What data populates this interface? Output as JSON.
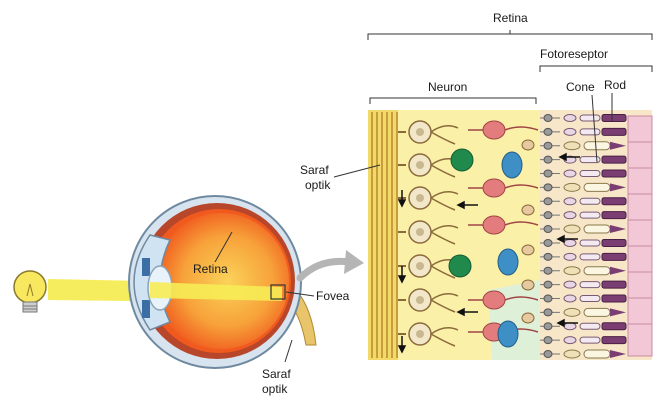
{
  "labels": {
    "retina_top": "Retina",
    "fotoreseptor": "Fotoreseptor",
    "cone": "Cone",
    "rod": "Rod",
    "neuron": "Neuron",
    "saraf_optik_right_line1": "Saraf",
    "saraf_optik_right_line2": "optik",
    "retina_eye": "Retina",
    "fovea": "Fovea",
    "saraf_optik_bottom_line1": "Saraf",
    "saraf_optik_bottom_line2": "optik"
  },
  "colors": {
    "light_beam": "#f6ec55",
    "bulb": "#f7e860",
    "eye_interior": "#f05a1e",
    "eye_core": "#f9c24a",
    "sclera": "#d7e3ee",
    "retina_panel": "#fbf0a8",
    "optic_nerve": "#e8c46a",
    "neuron_red": "#e37d7d",
    "neuron_green": "#1f8a4c",
    "neuron_blue": "#3e8fc6",
    "rod_purple": "#7a3e72",
    "pigment_pink": "#f2c8d6"
  }
}
